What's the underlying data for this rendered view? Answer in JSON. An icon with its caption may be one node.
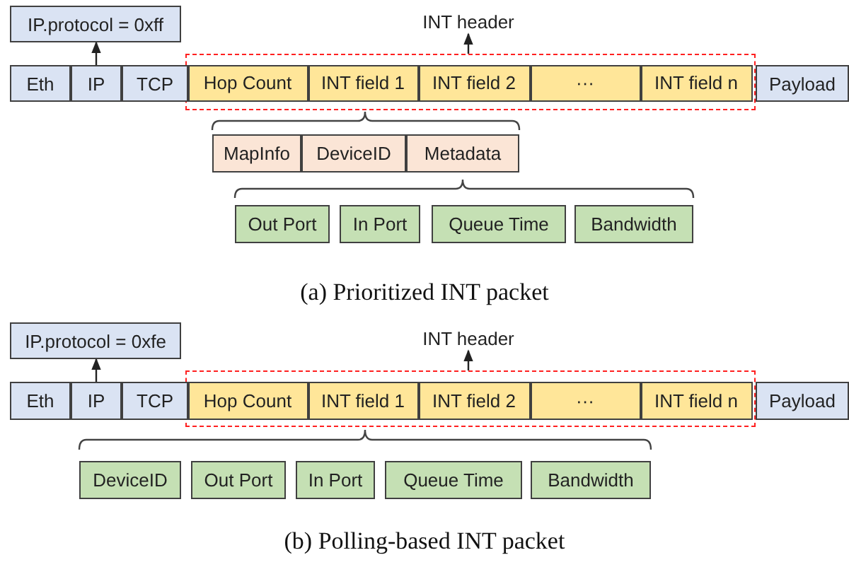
{
  "diagram": {
    "nodes": [
      {
        "text": [
          "IP.protocol = 0xff"
        ]
      },
      {
        "text": [
          "INT header"
        ]
      },
      {
        "text": [
          "Eth"
        ]
      },
      {
        "text": [
          "IP"
        ]
      },
      {
        "text": [
          "TCP"
        ]
      },
      {
        "text": [],
        "shape": "box"
      },
      {
        "text": [
          "Hop Count"
        ],
        "in": 5
      },
      {
        "text": [
          "INT field 1"
        ],
        "in": 5
      },
      {
        "text": [
          "INT field 2"
        ],
        "in": 5
      },
      {
        "text": [
          "···"
        ],
        "in": 5
      },
      {
        "text": [
          "INT field n"
        ],
        "in": 5
      },
      {
        "text": [
          "Payload"
        ]
      },
      {
        "text": [
          "MapInfo"
        ]
      },
      {
        "text": [
          "DeviceID"
        ]
      },
      {
        "text": [
          "Metadata"
        ]
      },
      {
        "text": [
          "Out Port"
        ]
      },
      {
        "text": [
          "In Port"
        ]
      },
      {
        "text": [
          "Queue Time"
        ]
      },
      {
        "text": [
          "Bandwidth"
        ]
      },
      {
        "text": [
          "IP.protocol = 0xfe"
        ]
      },
      {
        "text": [
          "INT header"
        ]
      },
      {
        "text": [
          "Eth"
        ]
      },
      {
        "text": [
          "IP"
        ]
      },
      {
        "text": [
          "TCP"
        ]
      },
      {
        "text": [],
        "shape": "box"
      },
      {
        "text": [
          "Hop Count"
        ],
        "in": 24
      },
      {
        "text": [
          "INT field 1"
        ],
        "in": 24
      },
      {
        "text": [
          "INT field 2"
        ],
        "in": 24
      },
      {
        "text": [
          "···"
        ],
        "in": 24
      },
      {
        "text": [
          "INT field n"
        ],
        "in": 24
      },
      {
        "text": [
          "Payload"
        ]
      },
      {
        "text": [
          "DeviceID"
        ]
      },
      {
        "text": [
          "Out Port"
        ]
      },
      {
        "text": [
          "In Port"
        ]
      },
      {
        "text": [
          "Queue Time"
        ]
      },
      {
        "text": [
          "Bandwidth"
        ]
      }
    ],
    "edges": [
      {
        "from": 3,
        "to": 0,
        "arrow": "to"
      },
      {
        "from": 5,
        "to": 1,
        "arrow": "to"
      },
      {
        "from": 22,
        "to": 19,
        "arrow": "to"
      },
      {
        "from": 24,
        "to": 20,
        "arrow": "to"
      }
    ],
    "labels": [
      "(a) Prioritized INT packet",
      "(b) Polling-based INT packet"
    ]
  }
}
